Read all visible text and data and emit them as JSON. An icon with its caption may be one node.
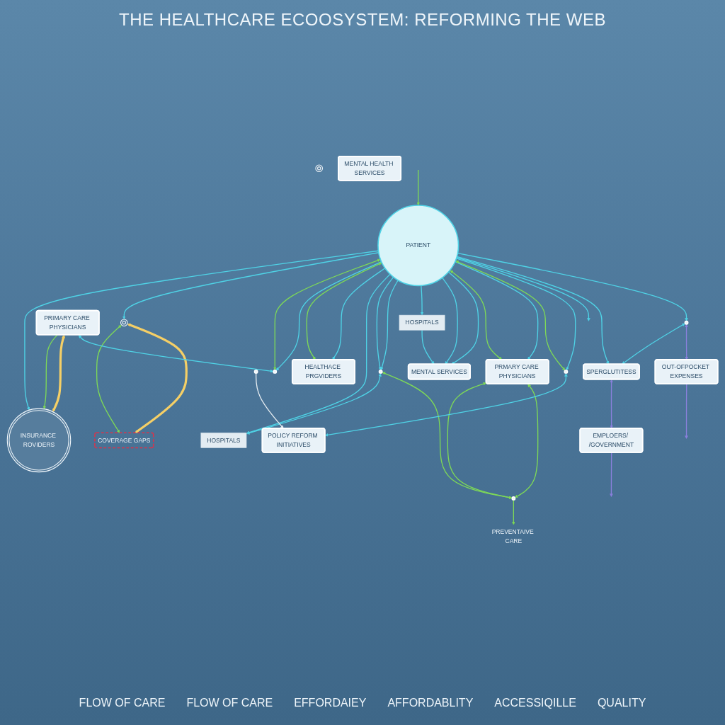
{
  "diagram": {
    "title": "THE HEALTHCARE ECOOSYSTEM: REFORMING THE WEB",
    "nodes": [
      {
        "text": [
          "INSURANCE ROVIDERS"
        ]
      },
      {
        "text": [],
        "shape": "gear"
      },
      {
        "text": [],
        "shape": "gear"
      },
      {
        "text": [
          "PRIMARY CARE PHYSICIANS"
        ]
      },
      {
        "text": [],
        "shape": "circle"
      },
      {
        "text": [
          "HEALTHACE PRGVIDERS"
        ]
      },
      {
        "text": [
          "COVERAGE GAPS"
        ]
      },
      {
        "text": [],
        "shape": "circle"
      },
      {
        "text": [
          "HOSPITALS"
        ]
      },
      {
        "text": [
          "PATIENT"
        ]
      },
      {
        "text": [
          "HOSPITALS"
        ]
      },
      {
        "text": [
          "MENTAL SERVICES"
        ]
      },
      {
        "text": [
          "PRMARY CARE PHYSICIANS"
        ]
      },
      {
        "text": [
          "MENTAL HEALTH SERVICES"
        ]
      },
      {
        "text": [],
        "shape": "circle"
      },
      {
        "text": [],
        "shape": "circle"
      },
      {
        "text": [],
        "shape": "circle"
      },
      {
        "text": [
          "PREVENTAIVE CARE"
        ]
      },
      {
        "text": [
          "POLICY REFORM INITIATIVES"
        ]
      },
      {
        "text": [
          "SPERGLUTITESS"
        ]
      },
      {
        "text": [],
        "shape": "circle"
      },
      {
        "text": [
          "EMPLOERS/ /GOVERNMENT"
        ]
      },
      {
        "text": [
          "OUT-OFPOCKET EXPENSES"
        ]
      }
    ],
    "edges": [
      {
        "from": 3,
        "to": 0,
        "arrow": "to",
        "color": "#7ed957"
      },
      {
        "from": 3,
        "to": 0,
        "arrow": "both",
        "style": "thick",
        "color": "#f5cf66"
      },
      {
        "from": 2,
        "to": 6,
        "arrow": "both",
        "color": "#7ed957"
      },
      {
        "from": 2,
        "to": 6,
        "arrow": "both",
        "style": "thick",
        "color": "#f5cf66"
      },
      {
        "from": 3,
        "to": 4,
        "arrow": "both"
      },
      {
        "from": 9,
        "to": 0,
        "arrow": "to"
      },
      {
        "from": 9,
        "to": 2,
        "arrow": "to"
      },
      {
        "from": null,
        "to": 9,
        "arrow": "to",
        "color": "#7ed957"
      },
      {
        "from": 9,
        "to": 4,
        "arrow": "both",
        "color": "#7ed957"
      },
      {
        "from": 9,
        "to": 4,
        "arrow": "to"
      },
      {
        "from": 9,
        "to": 5,
        "arrow": "both",
        "color": "#7ed957"
      },
      {
        "from": 9,
        "to": 5,
        "arrow": "to"
      },
      {
        "from": 9,
        "to": 8,
        "arrow": "to"
      },
      {
        "from": 9,
        "to": 7,
        "arrow": "to"
      },
      {
        "from": 9,
        "to": 7,
        "arrow": "to"
      },
      {
        "from": 7,
        "to": 8,
        "arrow": "both"
      },
      {
        "from": 9,
        "to": 10,
        "arrow": "to"
      },
      {
        "from": 10,
        "to": 11,
        "arrow": "to"
      },
      {
        "from": 9,
        "to": 11,
        "arrow": "to"
      },
      {
        "from": 9,
        "to": 11,
        "arrow": "to"
      },
      {
        "from": 9,
        "to": 12,
        "arrow": "both",
        "color": "#7ed957"
      },
      {
        "from": 9,
        "to": 12,
        "arrow": "to"
      },
      {
        "from": 12,
        "to": 15,
        "arrow": "both",
        "color": "#7ed957"
      },
      {
        "from": 7,
        "to": 15,
        "arrow": "both",
        "color": "#7ed957"
      },
      {
        "from": 15,
        "to": 17,
        "arrow": "to",
        "color": "#7ed957"
      },
      {
        "from": 12,
        "to": 15,
        "arrow": "both",
        "color": "#7ed957"
      },
      {
        "from": 9,
        "to": 16,
        "arrow": "both",
        "color": "#7ed957"
      },
      {
        "from": 9,
        "to": 16,
        "arrow": "to"
      },
      {
        "from": 16,
        "to": 18,
        "arrow": "both"
      },
      {
        "from": 14,
        "to": 18,
        "arrow": "to",
        "color": "#e6edf2"
      },
      {
        "from": 9,
        "to": null,
        "arrow": "to"
      },
      {
        "from": 9,
        "to": 19,
        "arrow": "to"
      },
      {
        "from": 9,
        "to": 20,
        "arrow": "to"
      },
      {
        "from": 20,
        "to": 19,
        "arrow": "both"
      },
      {
        "from": 21,
        "to": null,
        "arrow": "to",
        "color": "#8a80dc"
      },
      {
        "from": 19,
        "to": 21,
        "arrow": "both",
        "color": "#8a80dc"
      },
      {
        "from": 22,
        "to": null,
        "arrow": "to",
        "color": "#8a80dc"
      },
      {
        "from": 20,
        "to": 22,
        "arrow": "both",
        "color": "#8a80dc"
      }
    ],
    "labels": [
      "FLOW OF CARE",
      "FLOW OF CARE",
      "EFFORDAIEY",
      "AFFORDABLITY",
      "ACCESSIQILLE",
      "QUALITY"
    ]
  }
}
